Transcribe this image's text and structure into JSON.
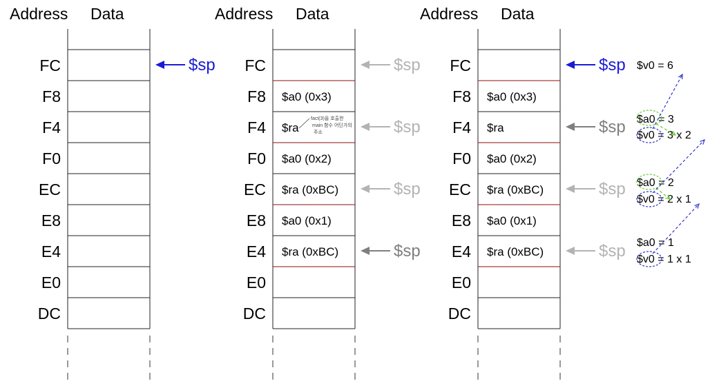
{
  "colors": {
    "sp_active": "#1a1ad6",
    "sp_light": "#b3b3b3",
    "sp_medium": "#7f7f7f",
    "divider_red": "#c00000",
    "circle_green": "#66cc33",
    "circle_blue": "#3333cc"
  },
  "addresses": [
    "FC",
    "F8",
    "F4",
    "F0",
    "EC",
    "E8",
    "E4",
    "E0",
    "DC"
  ],
  "stacks": [
    {
      "header_address": "Address",
      "header_data": "Data",
      "cells": [
        "",
        "",
        "",
        "",
        "",
        "",
        "",
        "",
        ""
      ],
      "sp_markers": [
        {
          "row": 0,
          "label": "$sp",
          "color": "sp_active"
        }
      ]
    },
    {
      "header_address": "Address",
      "header_data": "Data",
      "cells": [
        "",
        "$a0 (0x3)",
        "$ra",
        "$a0 (0x2)",
        "$ra (0xBC)",
        "$a0 (0x1)",
        "$ra (0xBC)",
        "",
        ""
      ],
      "handwritten_note": [
        "fact(3)을 호출한",
        "main 함수 어딘가의",
        "주소"
      ],
      "sp_markers": [
        {
          "row": 0,
          "label": "$sp",
          "color": "sp_light"
        },
        {
          "row": 2,
          "label": "$sp",
          "color": "sp_light"
        },
        {
          "row": 4,
          "label": "$sp",
          "color": "sp_light"
        },
        {
          "row": 6,
          "label": "$sp",
          "color": "sp_medium"
        }
      ]
    },
    {
      "header_address": "Address",
      "header_data": "Data",
      "cells": [
        "",
        "$a0 (0x3)",
        "$ra",
        "$a0 (0x2)",
        "$ra (0xBC)",
        "$a0 (0x1)",
        "$ra (0xBC)",
        "",
        ""
      ],
      "sp_markers": [
        {
          "row": 0,
          "label": "$sp",
          "color": "sp_active"
        },
        {
          "row": 2,
          "label": "$sp",
          "color": "sp_medium"
        },
        {
          "row": 4,
          "label": "$sp",
          "color": "sp_light"
        },
        {
          "row": 6,
          "label": "$sp",
          "color": "sp_light"
        }
      ]
    }
  ],
  "annotations": {
    "v0_final": "$v0 =  6",
    "a0_3": "$a0 = 3",
    "v0_3": "$v0 =  3 x 2",
    "a0_2": "$a0 = 2",
    "v0_2": "$v0 =  2 x 1",
    "a0_1": "$a0 = 1",
    "v0_1": "$v0 =  1 x 1"
  }
}
